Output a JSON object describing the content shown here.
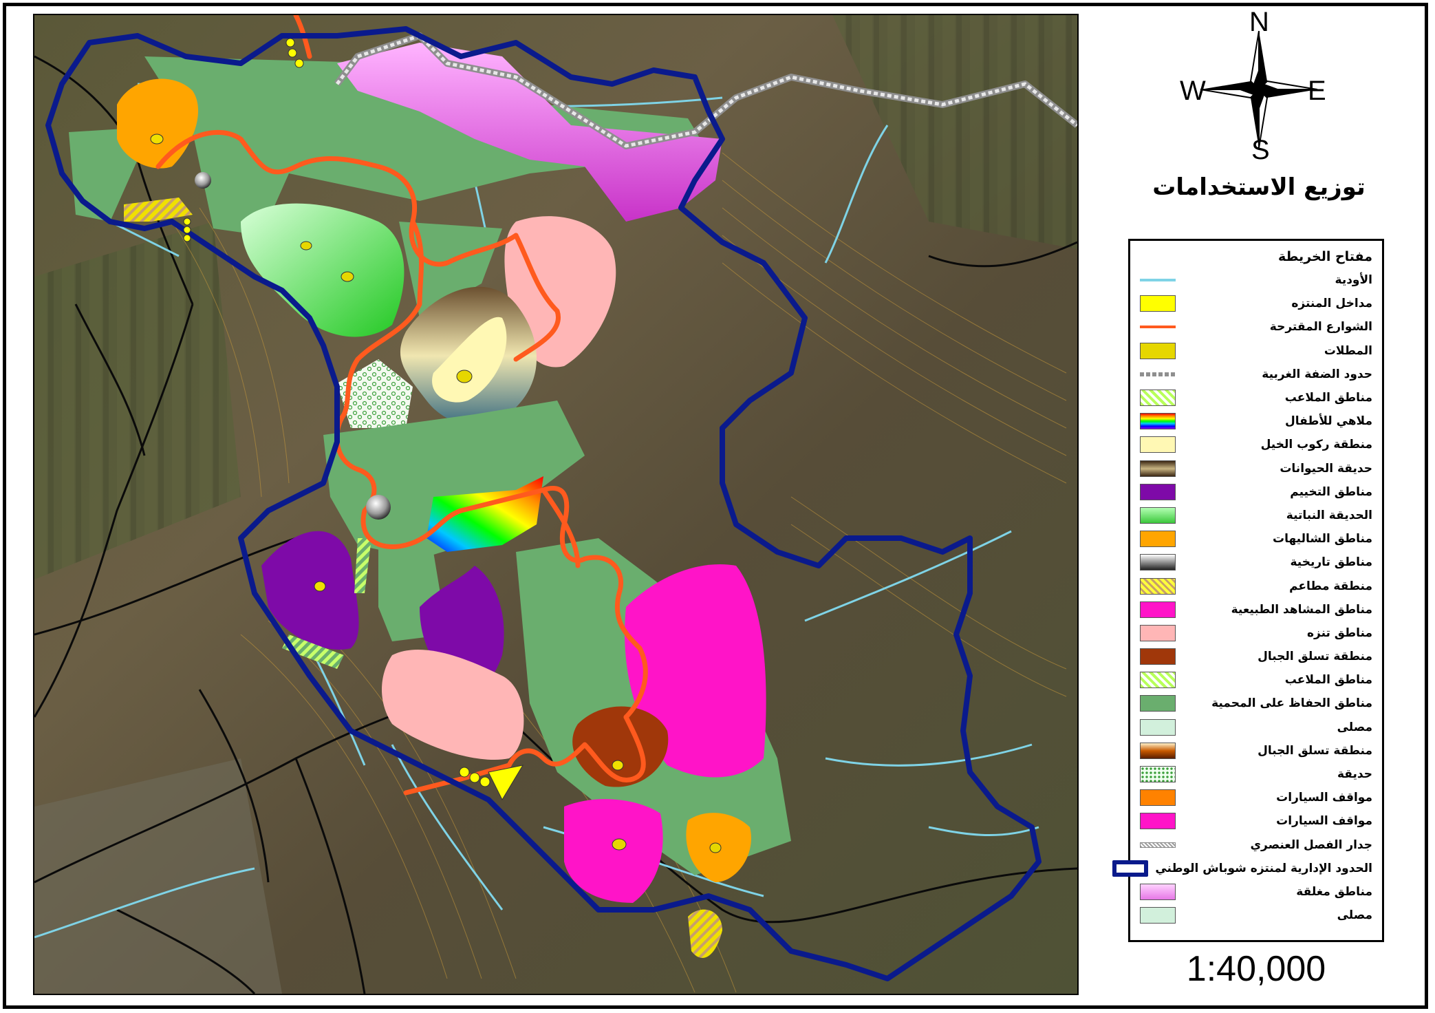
{
  "compass": {
    "n": "N",
    "s": "S",
    "e": "E",
    "w": "W"
  },
  "title": "توزيع الاستخدامات",
  "legend": {
    "heading": "مفتاح الخريطة",
    "items": [
      {
        "label": "الأودية",
        "swatch": "line",
        "color": "#7fd3e6"
      },
      {
        "label": "مداخل المنتزه",
        "swatch": "box",
        "color": "#ffff00"
      },
      {
        "label": "الشوارع المقترحة",
        "swatch": "line",
        "color": "#ff5a1e"
      },
      {
        "label": "المطلات",
        "swatch": "box",
        "color": "#e6d700"
      },
      {
        "label": "حدود الضفة الغربية",
        "swatch": "dash",
        "color": "#8f8f8f"
      },
      {
        "label": "مناطق الملاعب",
        "swatch": "hatch",
        "color": "#b8ff5a"
      },
      {
        "label": "ملاهي للأطفال",
        "swatch": "rainbow",
        "color": "#ff0000"
      },
      {
        "label": "منطقة ركوب الخيل",
        "swatch": "box",
        "color": "#fff8b4"
      },
      {
        "label": "حديقة الحيوانات",
        "swatch": "gradbrown",
        "color": "#8a6e3c"
      },
      {
        "label": "مناطق التخييم",
        "swatch": "box",
        "color": "#7e0aa8"
      },
      {
        "label": "الحديقة النباتية",
        "swatch": "gradgreen",
        "color": "#3cc83c"
      },
      {
        "label": "مناطق الشاليهات",
        "swatch": "box",
        "color": "#ffa500"
      },
      {
        "label": "مناطق تاريخية",
        "swatch": "gradgray",
        "color": "#222222"
      },
      {
        "label": "منطقة مطاعم",
        "swatch": "hatchyellow",
        "color": "#ffff3c"
      },
      {
        "label": "مناطق المشاهد الطبيعية",
        "swatch": "box",
        "color": "#ff14c8"
      },
      {
        "label": "مناطق تنزه",
        "swatch": "box",
        "color": "#ffb6b6"
      },
      {
        "label": "منطقة تسلق الجبال",
        "swatch": "box",
        "color": "#a0370a"
      },
      {
        "label": "مناطق الملاعب",
        "swatch": "hatch",
        "color": "#b8ff5a"
      },
      {
        "label": "مناطق الحفاظ على المحمية",
        "swatch": "box",
        "color": "#6aae6e"
      },
      {
        "label": "مصلى",
        "swatch": "box",
        "color": "#d2f0dc"
      },
      {
        "label": "منطقة تسلق الجبال",
        "swatch": "gradorange",
        "color": "#c85a00"
      },
      {
        "label": "حديقة",
        "swatch": "dots",
        "color": "#3ca03c"
      },
      {
        "label": "مواقف السيارات",
        "swatch": "box",
        "color": "#ff8200"
      },
      {
        "label": "مواقف السيارات",
        "swatch": "box",
        "color": "#ff14c8"
      },
      {
        "label": "جدار الفصل العنصري",
        "swatch": "wall",
        "color": "#a0a0a0"
      },
      {
        "label": "الحدود الإدارية لمنتزه شوباش الوطني",
        "swatch": "border",
        "color": "#0a1a8c"
      },
      {
        "label": "مناطق مغلقة",
        "swatch": "gradpink",
        "color": "#e678e6"
      },
      {
        "label": "مصلى",
        "swatch": "box",
        "color": "#d2f0dc"
      }
    ]
  },
  "scale": "1:40,000"
}
